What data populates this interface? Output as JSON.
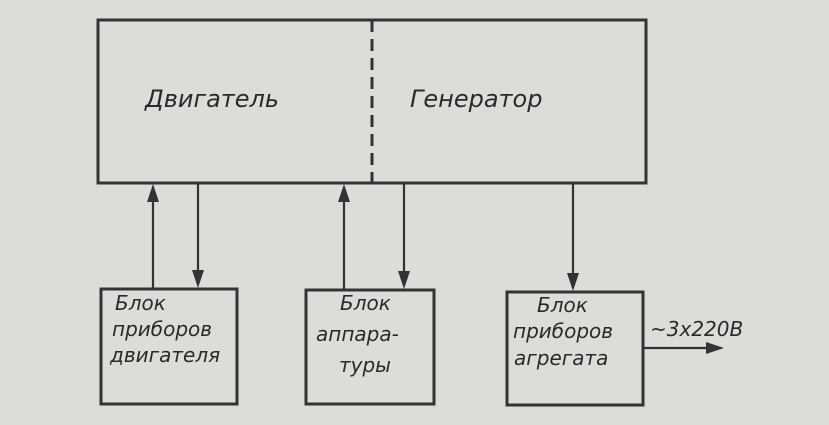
{
  "main_block": {
    "engine_label": "Двигатель",
    "generator_label": "Генератор"
  },
  "blocks": {
    "engine_instruments": [
      "Блок",
      "приборов",
      "двигателя"
    ],
    "apparatus": [
      "Блок",
      "аппара-",
      "туры"
    ],
    "unit_instruments": [
      "Блок",
      "приборов",
      "агрегата"
    ]
  },
  "output_label": "~3х220В"
}
